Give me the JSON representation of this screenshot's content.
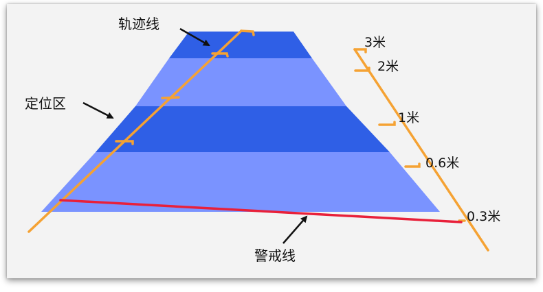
{
  "labels": {
    "trajectory_line": "轨迹线",
    "positioning_zone": "定位区",
    "warning_line": "警戒线"
  },
  "distance_marks": [
    "3米",
    "2米",
    "1米",
    "0.6米",
    "0.3米"
  ],
  "colors": {
    "band_dark": "#2f5fe6",
    "band_light": "#7a93ff",
    "trajectory": "#f5a233",
    "warning": "#e8203a",
    "arrow": "#111111"
  }
}
